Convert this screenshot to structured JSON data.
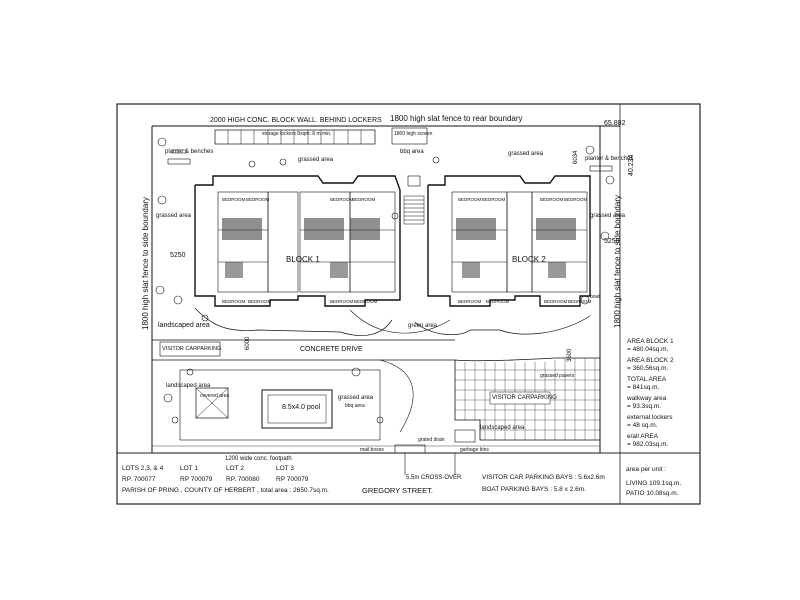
{
  "top_labels": {
    "block_wall": "2000 HIGH CONC. BLOCK WALL. BEHIND LOCKERS",
    "rear_fence": "1800 high slat fence to rear boundary",
    "storage": "storage lockers 8sqm. 8 m min.",
    "high_screen": "1800 high screen",
    "dim_top": "65.882",
    "dim_right": "40.234",
    "dim_6034": "6034"
  },
  "areas": {
    "planter_left": "planter & benches",
    "planter_right": "planter & benches",
    "grassed_1": "grassed area",
    "grassed_2": "grassed area",
    "grassed_left": "grassed area",
    "grassed_right": "grassed area",
    "bbq": "bbq area",
    "landscaped": "landscaped area",
    "landscaped_2": "landscaped area",
    "landscaped_3": "landscaped area",
    "visitor_left": "VISITOR CARPARKING",
    "visitor_right": "VISITOR CARPARKING",
    "concrete": "CONCRETE DRIVE",
    "green": "green area",
    "pool": "8.5x4.0 pool",
    "covered": "covered area",
    "grassed_pool": "grassed area",
    "bbq_pool": "bbq area",
    "boat": "boat",
    "grassed_pavers": "grassed pavers",
    "mail": "mail boxes",
    "grated": "grated drain",
    "footpath": "1200 wide conc. footpath",
    "crossover": "5.5m CROSS-OVER",
    "garbage": "garbage bins",
    "dim_5250_l": "5250",
    "dim_5250_r": "5250",
    "dim_6000": "6000",
    "dim_3600": "3600"
  },
  "side_labels": {
    "left": "1800 high slat fence to side boundary",
    "right": "1800 high slat fence to side boundary"
  },
  "blocks": [
    {
      "label": "BLOCK 1",
      "rooms": [
        "BEDROOM",
        "BEDROOM",
        "BEDROOM",
        "BEDROOM",
        "BEDROOM",
        "BEDROOM",
        "BEDROOM",
        "BEDROOM"
      ]
    },
    {
      "label": "BLOCK 2",
      "rooms": [
        "BEDROOM",
        "BEDROOM",
        "BEDROOM",
        "BEDROOM",
        "BEDROOM",
        "BEDROOM",
        "BEDROOM",
        "BEDROOM"
      ]
    }
  ],
  "area_summary": [
    "AREA BLOCK 1",
    "= 480.04sq.m.",
    "AREA BLOCK 2",
    "= 360.56sq.m.",
    "TOTAL AREA",
    "= 841sq.m.",
    "walkway area",
    "= 93.3sq.m.",
    "external lockers",
    "= 48 sq.m.",
    "e/all AREA",
    "= 982.03sq.m."
  ],
  "unit_area": {
    "heading": "area per unit :",
    "living": "LIVING   109.1sq.m.",
    "patio": "PATIO   10.08sq.m."
  },
  "lots": {
    "lots_234": "LOTS 2,3, & 4",
    "rp1": "RP. 700077",
    "lot1": "LOT 1",
    "rp2": "RP 700079",
    "lot2": "LOT 2",
    "rp3": "RP. 700080",
    "lot3": "LOT 3",
    "rp4": "RP 700079",
    "parish": "PARISH OF PRING ,  COUNTY OF HERBERT ,  total area :  2650.7sq.m.",
    "street": "GREGORY STREET.",
    "visitor_bays": "VISITOR CAR PARKING BAYS :  5.6x2.6m",
    "boat_bays": "BOAT PARKING BAYS :  5.8 x 2.6m."
  }
}
